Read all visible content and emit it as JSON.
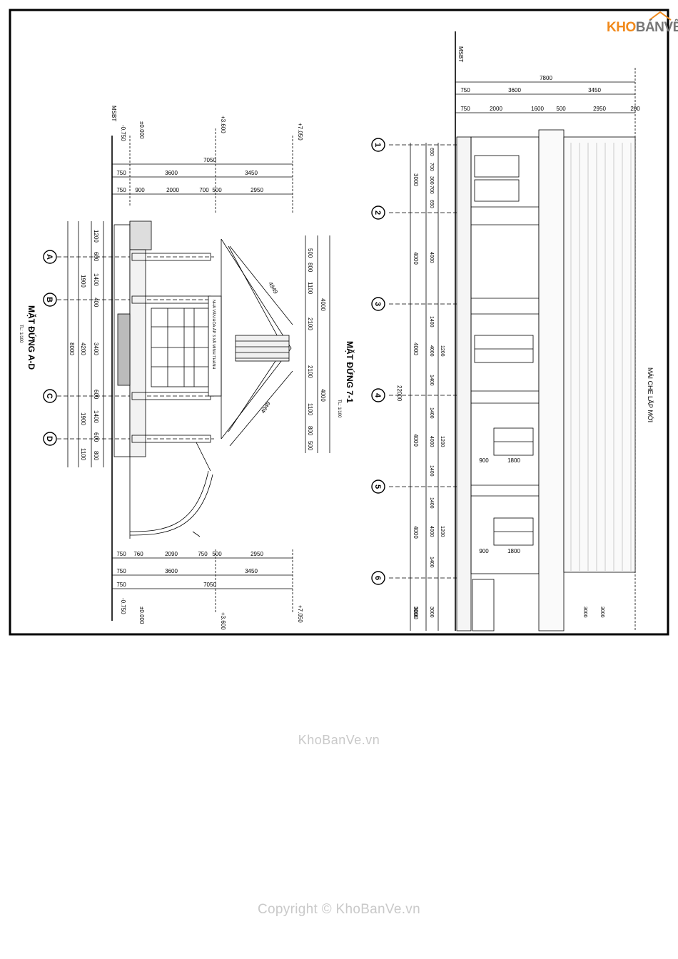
{
  "logo": {
    "part1": "KHO",
    "part2": "BÁNVẼ"
  },
  "watermark_center": "KhoBanVe.vn",
  "watermark_bottom": "Copyright © KhoBanVe.vn",
  "left_drawing": {
    "title": "MẶT ĐỨNG A-D",
    "scale": "TL: 1/100",
    "level_msbt": "MSBT",
    "levels": [
      "-0.750",
      "±0.000",
      "+3.600",
      "+7.050"
    ],
    "axes": [
      "A",
      "B",
      "C",
      "D"
    ],
    "top_dims_row1": [
      "7050"
    ],
    "top_dims_row2": [
      "750",
      "3600",
      "3450"
    ],
    "top_dims_row3": [
      "750",
      "900",
      "2000",
      "700",
      "500",
      "2950"
    ],
    "bottom_dims_row1": [
      "750",
      "760",
      "2090",
      "750",
      "500",
      "2950"
    ],
    "bottom_dims_row2": [
      "750",
      "3600",
      "3450"
    ],
    "bottom_dims_row3": [
      "750",
      "7050"
    ],
    "left_dims_a": [
      "1200",
      "600",
      "1400",
      "400",
      "3400",
      "600",
      "1400",
      "600",
      "800"
    ],
    "left_dims_b": [
      "1900",
      "4200",
      "1900",
      "1100"
    ],
    "left_dims_total": "8000",
    "right_dims_a": [
      "500",
      "800",
      "1100",
      "2100",
      "2100",
      "1100",
      "800",
      "500"
    ],
    "right_dims_b": [
      "4000",
      "4000"
    ],
    "roof_dims": [
      "4949",
      "4949"
    ],
    "sign_text": "NHÀ VĂN HÓA ẤP 3 XÃ MINH THÀNH"
  },
  "right_drawing": {
    "title": "MẶT ĐỨNG 7-1",
    "scale": "TL: 1/100",
    "level_msbt": "MSBT",
    "axes": [
      "1",
      "2",
      "3",
      "4",
      "5",
      "6"
    ],
    "top_dims_row1": [
      "7800"
    ],
    "top_dims_row2": [
      "750",
      "3600",
      "3450"
    ],
    "top_dims_row3": [
      "750",
      "2000",
      "1600",
      "500",
      "2950",
      "200"
    ],
    "axis_dims": [
      "3000",
      "4000",
      "4000",
      "4000",
      "4000",
      "3000"
    ],
    "axis_total": "22000",
    "window_dims_a": [
      "650",
      "700",
      "300",
      "700",
      "650"
    ],
    "window_dims_b": [
      "4000",
      "4000",
      "4000",
      "4000"
    ],
    "window_dims_c": [
      "1400",
      "1200",
      "1400",
      "1400",
      "1200",
      "1400",
      "1400",
      "1200",
      "1400"
    ],
    "window_widths": [
      "900",
      "1800",
      "900",
      "1800"
    ],
    "bottom_dims": [
      "3000",
      "3000",
      "3000",
      "3000"
    ],
    "roof_note": "MÁI CHE LẮP MỚI"
  }
}
